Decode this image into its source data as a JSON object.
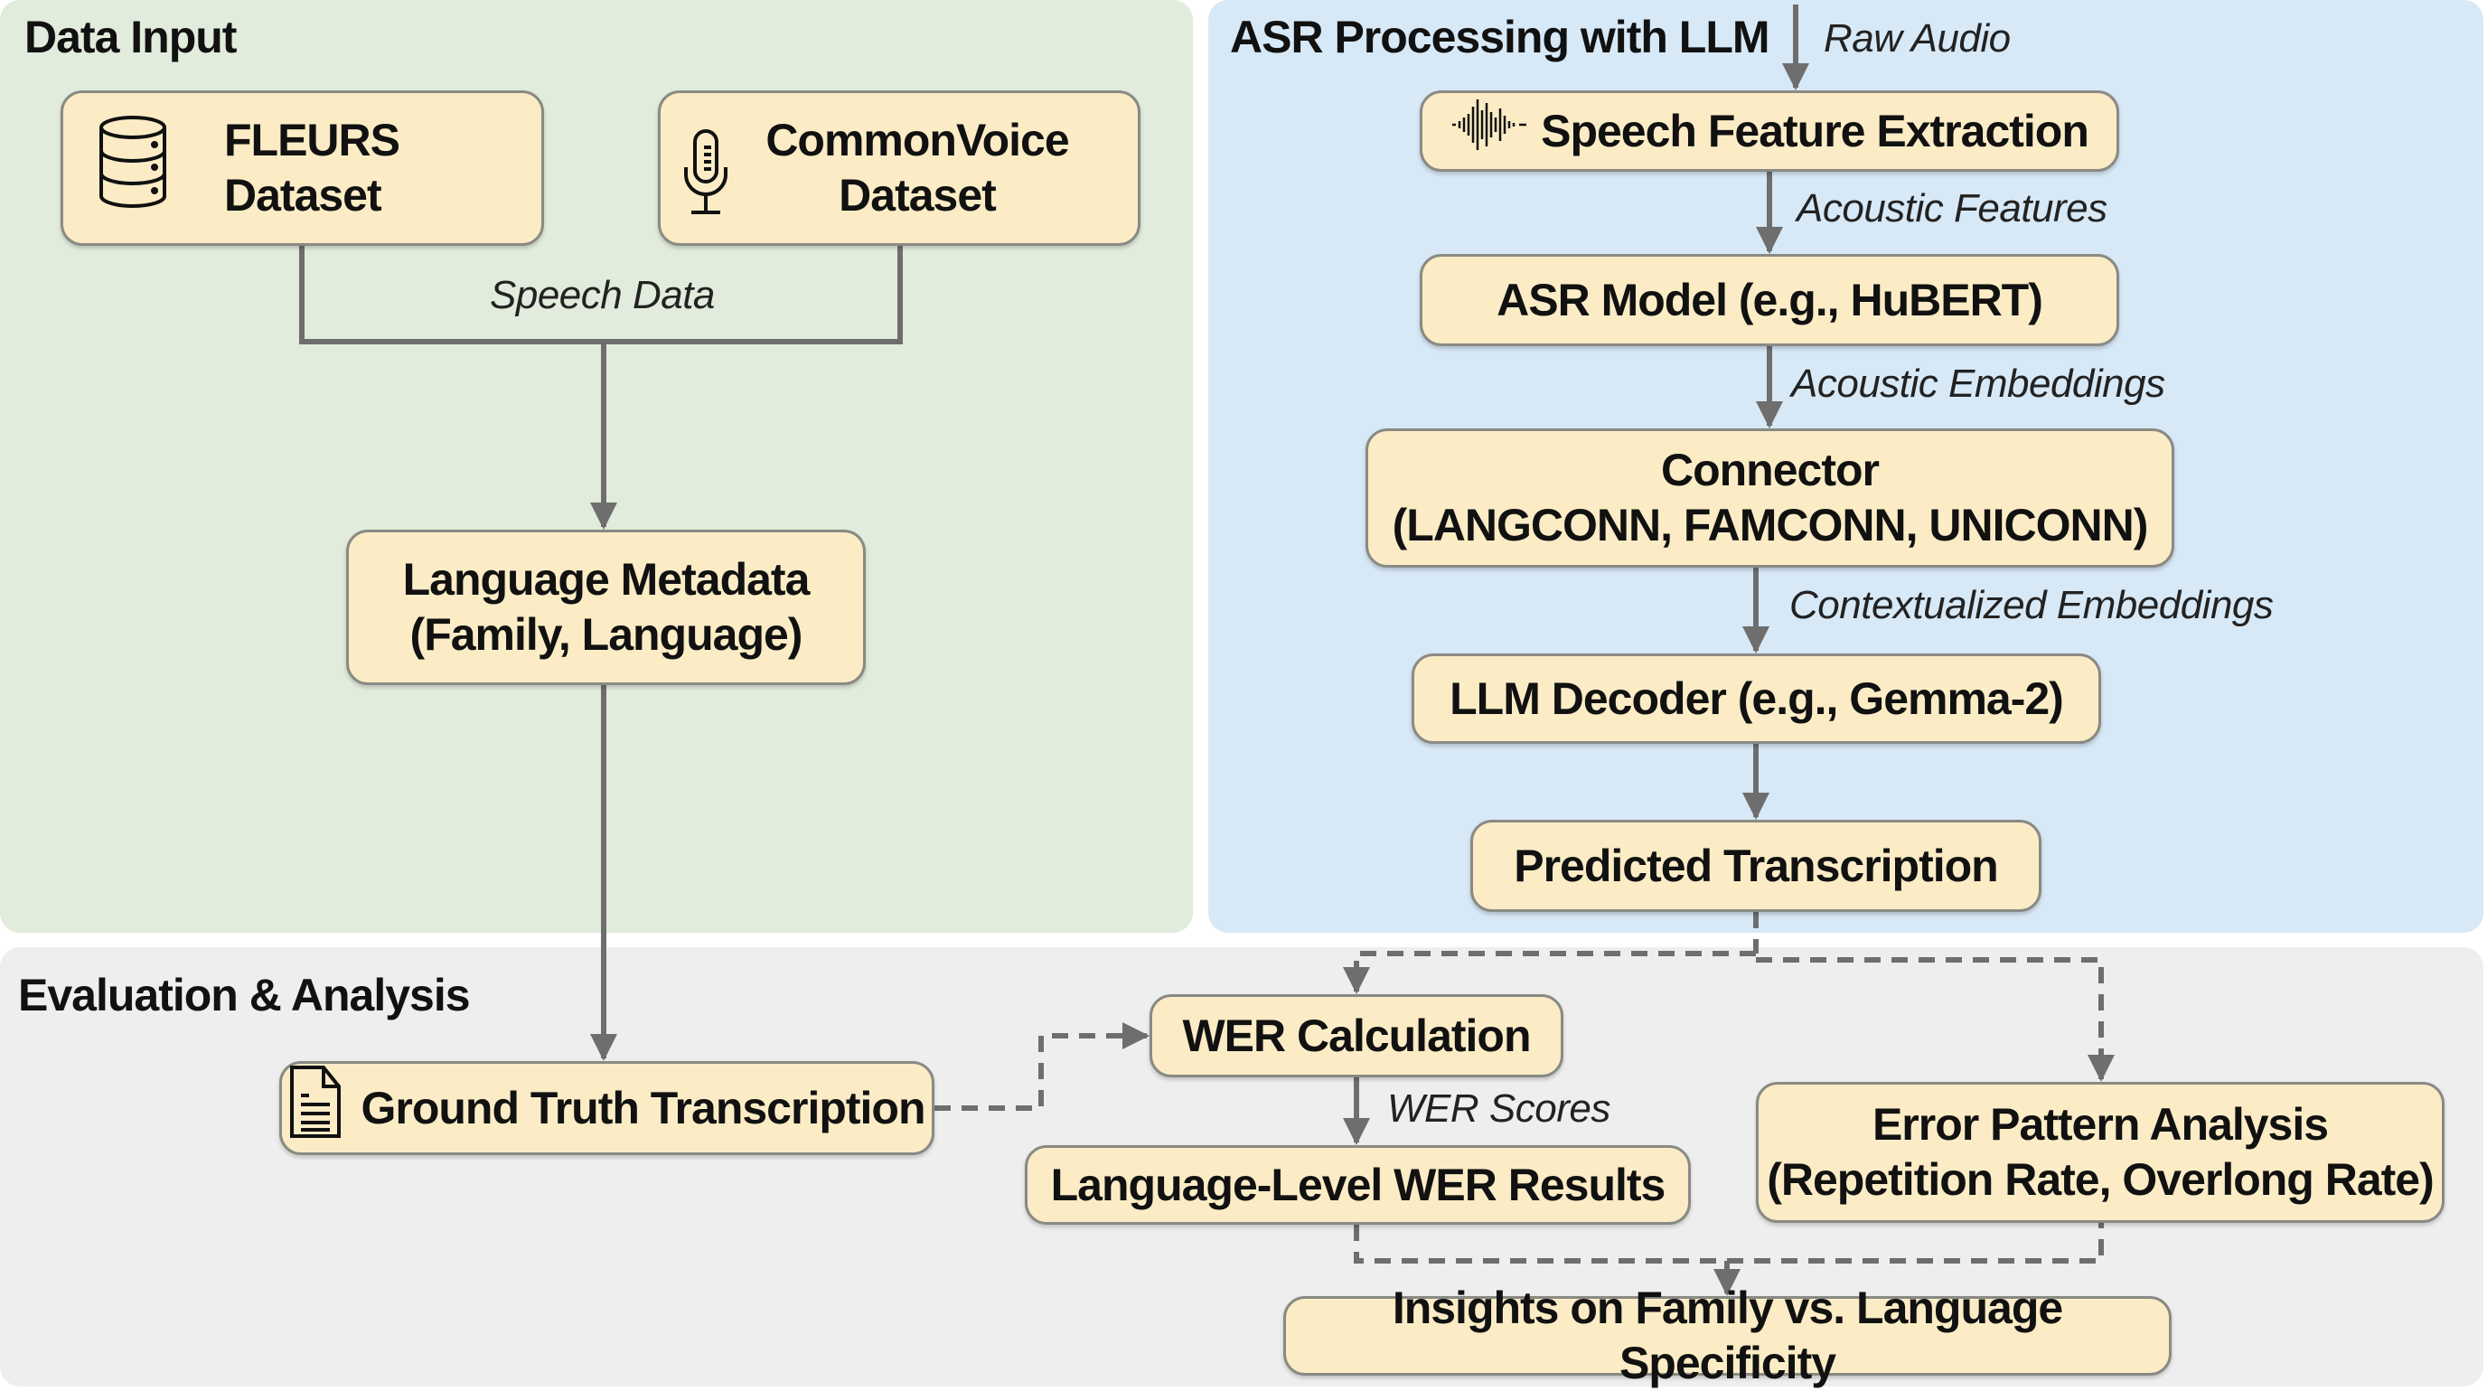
{
  "panels": {
    "data_input": {
      "title": "Data Input",
      "color": "#e1ecdc"
    },
    "asr_processing": {
      "title": "ASR Processing with LLM",
      "color": "#d7e8f6"
    },
    "evaluation": {
      "title": "Evaluation & Analysis",
      "color": "#eeeeee"
    }
  },
  "nodes": {
    "fleurs": {
      "line1": "FLEURS",
      "line2": "Dataset",
      "icon": "database-icon"
    },
    "commonvoice": {
      "line1": "CommonVoice",
      "line2": "Dataset",
      "icon": "microphone-icon"
    },
    "language_metadata": {
      "line1": "Language Metadata",
      "line2": "(Family, Language)"
    },
    "speech_feature_extraction": {
      "label": "Speech Feature Extraction",
      "icon": "waveform-icon"
    },
    "asr_model": {
      "label": "ASR Model (e.g., HuBERT)"
    },
    "connector": {
      "line1": "Connector",
      "line2": "(LANGCONN, FAMCONN, UNICONN)"
    },
    "llm_decoder": {
      "label": "LLM Decoder (e.g., Gemma-2)"
    },
    "predicted_transcription": {
      "label": "Predicted Transcription"
    },
    "ground_truth": {
      "label": "Ground Truth Transcription",
      "icon": "document-icon"
    },
    "wer_calculation": {
      "label": "WER Calculation"
    },
    "language_level_wer": {
      "label": "Language-Level WER Results"
    },
    "error_pattern": {
      "line1": "Error Pattern Analysis",
      "line2": "(Repetition Rate, Overlong Rate)"
    },
    "insights": {
      "label": "Insights on Family vs. Language Specificity"
    }
  },
  "edge_labels": {
    "speech_data": "Speech Data",
    "raw_audio": "Raw Audio",
    "acoustic_features": "Acoustic Features",
    "acoustic_embeddings": "Acoustic Embeddings",
    "contextualized_embeddings": "Contextualized Embeddings",
    "wer_scores": "WER Scores"
  },
  "colors": {
    "node_fill": "#fbecc6",
    "node_border": "#8a8a84",
    "arrow": "#6e6e6e"
  }
}
